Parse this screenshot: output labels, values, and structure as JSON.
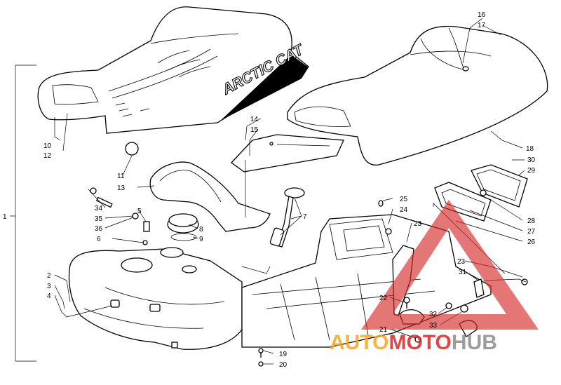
{
  "diagram": {
    "brand_text": "ARCTIC CAT",
    "callouts": [
      {
        "id": "c1",
        "text": "1"
      },
      {
        "id": "c2",
        "text": "2"
      },
      {
        "id": "c3",
        "text": "3"
      },
      {
        "id": "c4",
        "text": "4"
      },
      {
        "id": "c5",
        "text": "5"
      },
      {
        "id": "c6",
        "text": "6"
      },
      {
        "id": "c7",
        "text": "7"
      },
      {
        "id": "c8",
        "text": "8"
      },
      {
        "id": "c9",
        "text": "9"
      },
      {
        "id": "c10",
        "text": "10"
      },
      {
        "id": "c11",
        "text": "11"
      },
      {
        "id": "c12",
        "text": "12"
      },
      {
        "id": "c13",
        "text": "13"
      },
      {
        "id": "c14",
        "text": "14"
      },
      {
        "id": "c15",
        "text": "15"
      },
      {
        "id": "c16",
        "text": "16"
      },
      {
        "id": "c17",
        "text": "17"
      },
      {
        "id": "c18",
        "text": "18"
      },
      {
        "id": "c19",
        "text": "19"
      },
      {
        "id": "c20",
        "text": "20"
      },
      {
        "id": "c21",
        "text": "21"
      },
      {
        "id": "c22",
        "text": "22"
      },
      {
        "id": "c23a",
        "text": "23"
      },
      {
        "id": "c23b",
        "text": "23"
      },
      {
        "id": "c24",
        "text": "24"
      },
      {
        "id": "c25",
        "text": "25"
      },
      {
        "id": "c26",
        "text": "26"
      },
      {
        "id": "c27",
        "text": "27"
      },
      {
        "id": "c28",
        "text": "28"
      },
      {
        "id": "c29",
        "text": "29"
      },
      {
        "id": "c30",
        "text": "30"
      },
      {
        "id": "c31",
        "text": "31"
      },
      {
        "id": "c32",
        "text": "32"
      },
      {
        "id": "c33",
        "text": "33"
      },
      {
        "id": "c34",
        "text": "34"
      },
      {
        "id": "c35",
        "text": "35"
      },
      {
        "id": "c36",
        "text": "36"
      }
    ]
  },
  "watermark": {
    "part1": "AUTO",
    "part2": "MOTO",
    "part3": "HUB",
    "colors": {
      "part1": "#f5a623",
      "part2": "#d62828",
      "part3": "#8c8c8c",
      "triangle": "#d62828"
    }
  }
}
